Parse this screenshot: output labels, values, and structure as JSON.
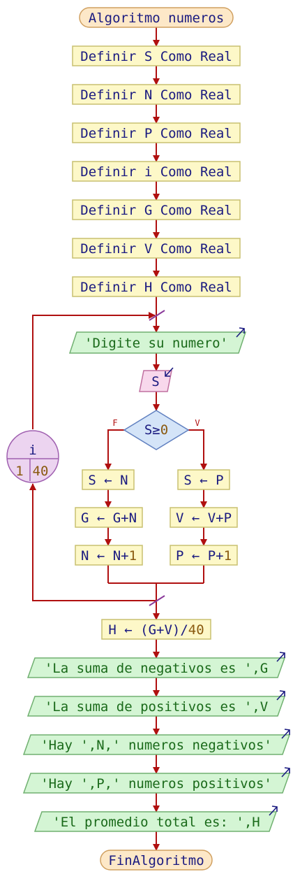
{
  "start_label": "Algoritmo numeros",
  "end_label": "FinAlgoritmo",
  "definitions": [
    {
      "kw": "Definir",
      "var": "S",
      "como": "Como",
      "type": "Real"
    },
    {
      "kw": "Definir",
      "var": "N",
      "como": "Como",
      "type": "Real"
    },
    {
      "kw": "Definir",
      "var": "P",
      "como": "Como",
      "type": "Real"
    },
    {
      "kw": "Definir",
      "var": "i",
      "como": "Como",
      "type": "Real"
    },
    {
      "kw": "Definir",
      "var": "G",
      "como": "Como",
      "type": "Real"
    },
    {
      "kw": "Definir",
      "var": "V",
      "como": "Como",
      "type": "Real"
    },
    {
      "kw": "Definir",
      "var": "H",
      "como": "Como",
      "type": "Real"
    }
  ],
  "loop": {
    "var": "i",
    "from": "1",
    "to": "40"
  },
  "output_prompt": "'Digite su numero'",
  "input_var": "S",
  "decision": {
    "lhs": "S≥",
    "rhs": "0",
    "false_label": "F",
    "true_label": "V"
  },
  "false_branch": [
    {
      "lhs": "S",
      "rhs": "N"
    },
    {
      "lhs": "G",
      "rhs": "G+N"
    },
    {
      "lhs": "N",
      "rhs": "N+",
      "num": "1"
    }
  ],
  "true_branch": [
    {
      "lhs": "S",
      "rhs": "P"
    },
    {
      "lhs": "V",
      "rhs": "V+P"
    },
    {
      "lhs": "P",
      "rhs": "P+",
      "num": "1"
    }
  ],
  "average": {
    "lhs": "H",
    "rhs": "(G+V)/",
    "num": "40"
  },
  "outputs": [
    "'La suma de negativos es ',G",
    "'La suma de positivos es ',V",
    "'Hay ',N,' numeros negativos'",
    "'Hay ',P,' numeros positivos'",
    "'El promedio total es: ',H"
  ],
  "colors": {
    "line": "#b01010",
    "process_fill": "#fdf8c8",
    "process_stroke": "#c8c070",
    "io_fill": "#d4f5d4",
    "io_stroke": "#70b070",
    "input_fill": "#f8d8ec",
    "input_stroke": "#c070a0",
    "decision_fill": "#d4e4f8",
    "decision_stroke": "#6080c0",
    "loop_fill": "#ecd4f0",
    "loop_stroke": "#a060b0",
    "terminal_fill": "#fde8c8",
    "terminal_stroke": "#d0a060",
    "text_blue": "#1a1a80",
    "text_green": "#1a6a1a",
    "number_brown": "#8a5a10"
  }
}
